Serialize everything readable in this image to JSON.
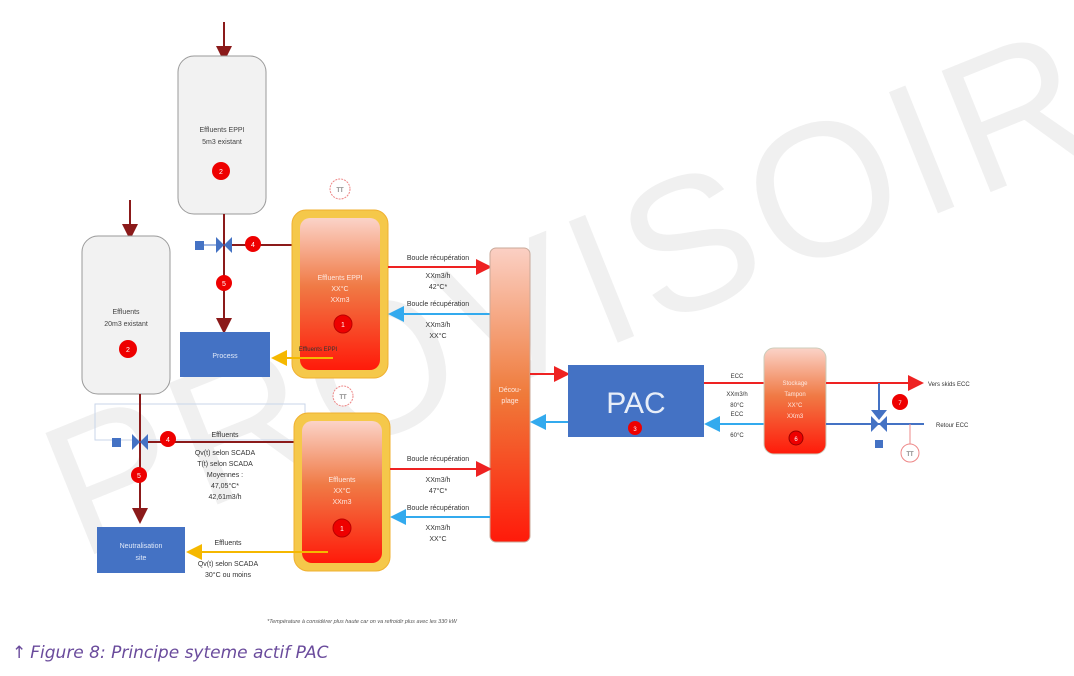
{
  "watermark": "PROVISOIRE",
  "caption": {
    "arrow_glyph": "↑",
    "text": "Figure 8: Principe syteme actif PAC"
  },
  "footnote": "*Température à considérer plus haute car on va refroidir plus avec les 330 kW",
  "colors": {
    "hot_line": "#ee2222",
    "cold_line": "#33aaee",
    "effluent_line": "#8b1a1a",
    "yellow_line": "#f5b800",
    "blue_box": "#4472c4",
    "badge": "#ee0000",
    "grey_tank_fill": "#f2f2f2"
  },
  "tanks": {
    "effluents_eppi_existing": {
      "line1": "Effluents EPPI",
      "line2": "5m3 existant",
      "badge": "2"
    },
    "effluents_existing": {
      "line1": "Effluents",
      "line2": "20m3 existant",
      "badge": "2"
    },
    "buffer_eppi": {
      "line1": "Effluents EPPI",
      "line2": "XX°C",
      "line3": "XXm3",
      "badge": "1",
      "tt": "TT"
    },
    "buffer_effluents": {
      "line1": "Effluents",
      "line2": "XX°C",
      "line3": "XXm3",
      "badge": "1",
      "tt": "TT"
    },
    "storage": {
      "line1": "Stockage",
      "line2": "Tampon",
      "line3": "XX°C",
      "line4": "XXm3",
      "badge": "6"
    }
  },
  "boxes": {
    "process": "Process",
    "neutralisation": {
      "line1": "Neutralisation",
      "line2": "site"
    },
    "pac": {
      "label": "PAC",
      "badge": "3"
    },
    "exchanger": {
      "line1": "Décou-",
      "line2": "plage"
    }
  },
  "valves": {
    "top": {
      "badge_in": "4",
      "badge_out": "5"
    },
    "bottom": {
      "badge_in": "4",
      "badge_out": "5"
    },
    "ecs": {
      "badge": "7",
      "tt": "TT"
    }
  },
  "loops": {
    "top_hot": {
      "title": "Boucle récupération",
      "flow": "XXm3/h",
      "temp": "42°C*"
    },
    "top_cold": {
      "title": "Boucle récupération",
      "flow": "XXm3/h",
      "temp": "XX°C"
    },
    "bottom_hot": {
      "title": "Boucle récupération",
      "flow": "XXm3/h",
      "temp": "47°C*"
    },
    "bottom_cold": {
      "title": "Boucle récupération",
      "flow": "XXm3/h",
      "temp": "XX°C"
    }
  },
  "flows": {
    "eppi_to_process": "Effluents EPPI",
    "effluents_in": {
      "title": "Effluents",
      "l1": "Qv(t) selon SCADA",
      "l2": "T(t) selon SCADA",
      "l3": "Moyennes :",
      "l4": "47,05°C*",
      "l5": "42,61m3/h"
    },
    "effluents_out": {
      "title": "Effluents",
      "l1": "Qv(t) selon SCADA",
      "l2": "30°C ou moins"
    },
    "ecs_hot": {
      "title": "ECC",
      "flow": "XXm3/h",
      "temp": "80°C"
    },
    "ecs_cold": {
      "title": "ECC",
      "temp": "60°C"
    },
    "to_ecs": "Vers skids ECC",
    "return_ecs": "Retour ECC"
  }
}
